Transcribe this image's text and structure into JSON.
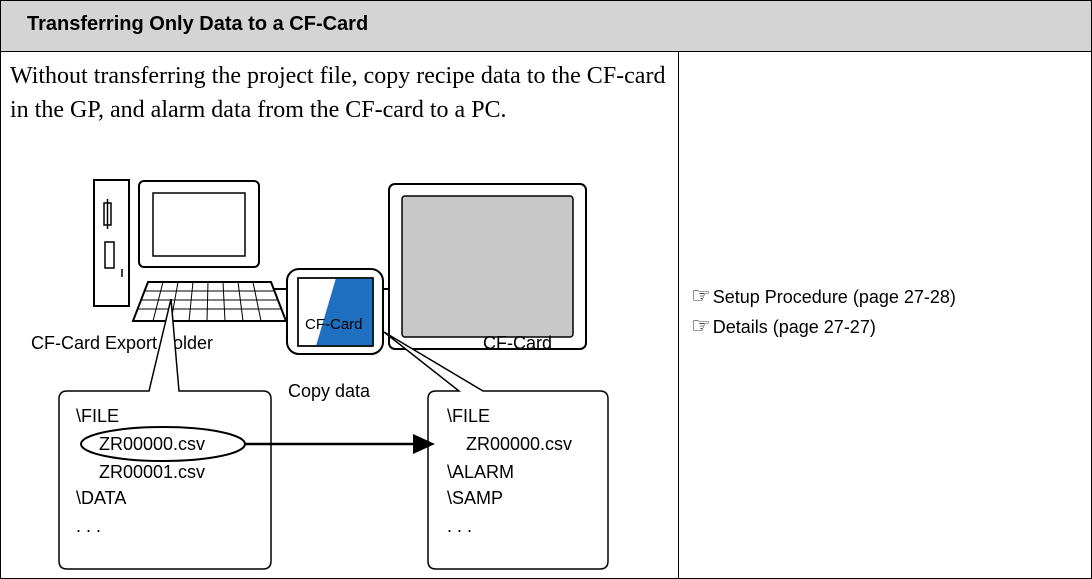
{
  "header": {
    "title": "Transferring Only Data to a CF-Card"
  },
  "description": "Without transferring the project file, copy recipe data to the CF-card in the GP, and alarm data from the CF-card to a PC.",
  "references": [
    {
      "icon": "pointing-hand-icon",
      "label": "Setup Procedure (page 27-28)"
    },
    {
      "icon": "pointing-hand-icon",
      "label": "Details (page 27-27)"
    }
  ],
  "diagram": {
    "pc_label": "CF-Card Export Folder",
    "gp_label": "CF-Card",
    "card_label": "CF-Card",
    "copy_label": "Copy data",
    "left_folder": [
      "\\FILE",
      "ZR00000.csv",
      "ZR00001.csv",
      "\\DATA",
      ". . ."
    ],
    "right_folder": [
      "\\FILE",
      "ZR00000.csv",
      "\\ALARM",
      "\\SAMP",
      ". . ."
    ]
  },
  "colors": {
    "header_bg": "#d4d4d4",
    "screen_fill": "#c8c8c8",
    "card_blue": "#1f6fc0"
  }
}
